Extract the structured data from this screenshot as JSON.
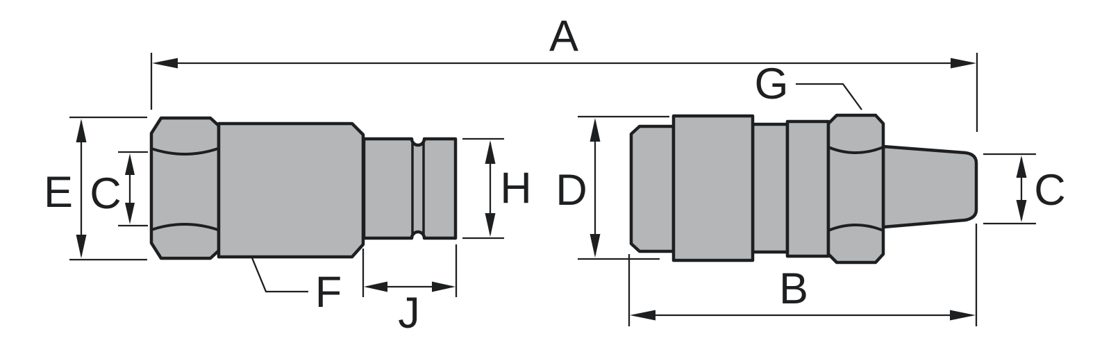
{
  "colors": {
    "part_fill": "#b4b6b8",
    "line_color": "#1d1f21",
    "background": "#ffffff"
  },
  "labels": {
    "a": "A",
    "b": "B",
    "c_left": "C",
    "c_right": "C",
    "d": "D",
    "e": "E",
    "f": "F",
    "g": "G",
    "h": "H",
    "j": "J"
  }
}
